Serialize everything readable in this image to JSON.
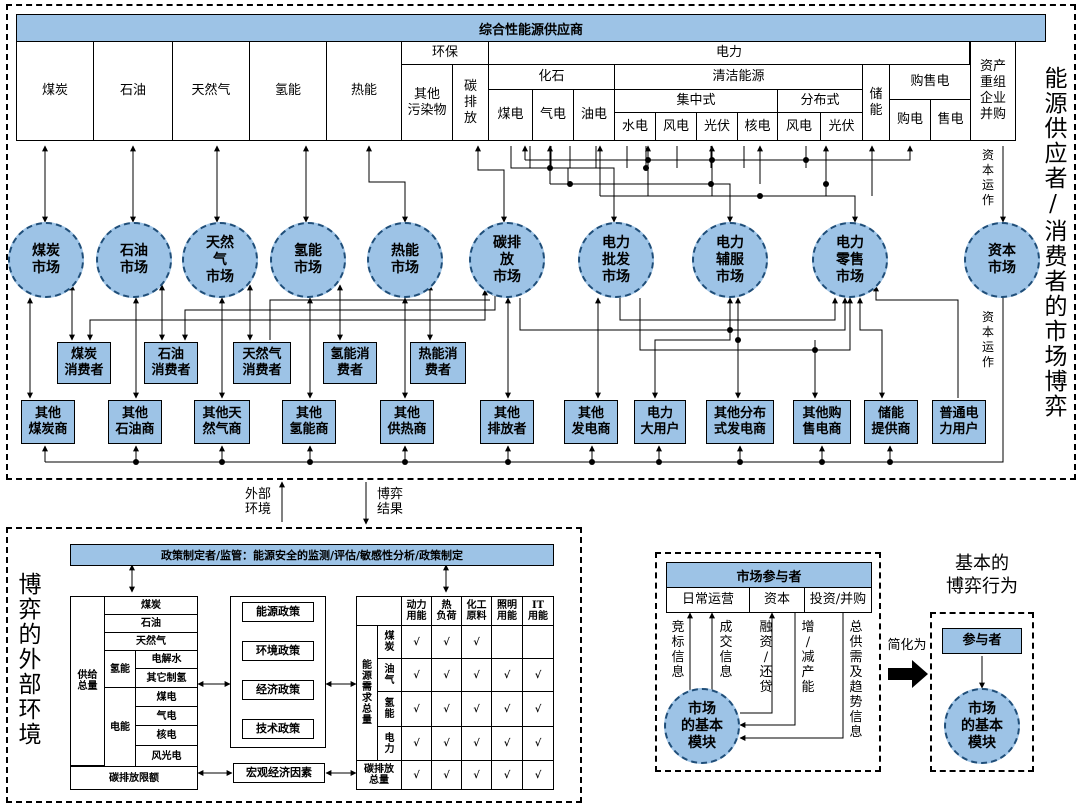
{
  "supplier": {
    "title": "综合性能源供应商",
    "coal": "煤炭",
    "oil": "石油",
    "gas": "天然气",
    "hydrogen": "氢能",
    "heat": "热能",
    "env": "环保",
    "env_other": "其他\n污染物",
    "env_carbon": "碳\n排\n放",
    "power": "电力",
    "fossil": "化石",
    "clean": "清洁能源",
    "central": "集中式",
    "distributed": "分布式",
    "coal_power": "煤电",
    "gas_power": "气电",
    "oil_power": "油电",
    "hydro": "水电",
    "wind": "风电",
    "pv": "光伏",
    "nuclear": "核电",
    "dist_wind": "风电",
    "dist_pv": "光伏",
    "storage": "储\n能",
    "trade": "购售电",
    "buy": "购电",
    "sell": "售电",
    "asset": "资产\n重组\n企业\n并购"
  },
  "capital_op_top": "资\n本\n运\n作",
  "capital_op_bottom": "资\n本\n运\n作",
  "right_title": "能源供应者/消费者的市场博弈",
  "markets": [
    "煤炭\n市场",
    "石油\n市场",
    "天然\n气\n市场",
    "氢能\n市场",
    "热能\n市场",
    "碳排\n放\n市场",
    "电力\n批发\n市场",
    "电力\n辅服\n市场",
    "电力\n零售\n市场",
    "资本\n市场"
  ],
  "consumers": [
    "煤炭\n消费者",
    "石油\n消费者",
    "天然气\n消费者",
    "氢能消\n费者",
    "热能消\n费者"
  ],
  "others": [
    "其他\n煤炭商",
    "其他\n石油商",
    "其他天\n然气商",
    "其他\n氢能商",
    "其他\n供热商",
    "其他\n排放者",
    "其他\n发电商",
    "电力\n大用户",
    "其他分布\n式发电商",
    "其他购\n售电商",
    "储能\n提供商",
    "普通电\n力用户"
  ],
  "ext_env": "外部\n环境",
  "game_result": "博弈\n结果",
  "left_title": "博弈的外部环境",
  "policy_header": "政策制定者/监管：能源安全的监测/评估/敏感性分析/政策制定",
  "supply": {
    "total": "供给\n总量",
    "coal": "煤炭",
    "oil": "石油",
    "gas": "天然气",
    "hydrogen": "氢能",
    "electrolysis": "电解水",
    "other_h2": "其它制氢",
    "electricity": "电能",
    "coal_power": "煤电",
    "gas_power": "气电",
    "nuclear": "核电",
    "wind_solar": "风光电",
    "carbon_limit": "碳排放限额"
  },
  "policies": [
    "能源政策",
    "环境政策",
    "经济政策",
    "技术政策"
  ],
  "macro": "宏观经济因素",
  "demand": {
    "total": "能\n源\n需\n求\n总\n量",
    "cols": [
      "动力\n用能",
      "热\n负荷",
      "化工\n原料",
      "照明\n用能",
      "IT\n用能"
    ],
    "rows": [
      "煤\n炭",
      "油\n气",
      "氢\n能",
      "电\n力"
    ],
    "carbon": "碳排放\n总量",
    "mark": "√"
  },
  "participant_panel": {
    "title": "市场参与者",
    "daily": "日常运营",
    "capital": "资本",
    "invest": "投资/并购",
    "bid": "竞\n标\n信\n息",
    "deal": "成\n交\n信\n息",
    "finance": "融\n资\n/\n还\n贷",
    "capacity": "增\n/\n减\n产\n能",
    "supply_info": "总\n供\n需\n及\n趋\n势\n信\n息",
    "module": "市场\n的基本\n模块"
  },
  "simplify": "简化为",
  "basic_title": "基本的\n博弈行为",
  "basic_participant": "参与者",
  "basic_module": "市场\n的基本\n模块"
}
